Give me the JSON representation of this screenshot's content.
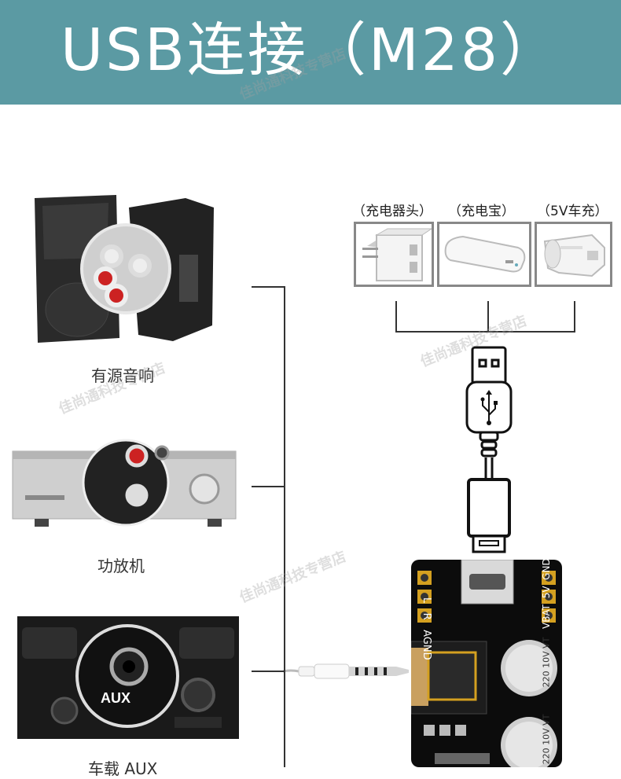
{
  "title": "USB连接（M28）",
  "power_sources": [
    {
      "label": "（充电器头）",
      "icon": "wall-charger-icon"
    },
    {
      "label": "（充电宝）",
      "icon": "power-bank-icon"
    },
    {
      "label": "（5V车充）",
      "icon": "car-charger-icon"
    }
  ],
  "devices": [
    {
      "label": "有源音响",
      "icon": "active-speaker-icon"
    },
    {
      "label": "功放机",
      "icon": "amplifier-icon"
    },
    {
      "label": "车载 AUX",
      "icon": "car-aux-icon"
    }
  ],
  "cables": {
    "usb": "usb-cable-icon",
    "aux": "aux-cable-icon"
  },
  "board": {
    "pins_left": [
      "L",
      "R",
      "AGND"
    ],
    "pins_right": [
      "GND",
      "5V",
      "VBAT"
    ],
    "capacitor_text": "220 10V VT",
    "icon": "bluetooth-audio-board-icon"
  },
  "watermark": "佳尚通科技专营店"
}
